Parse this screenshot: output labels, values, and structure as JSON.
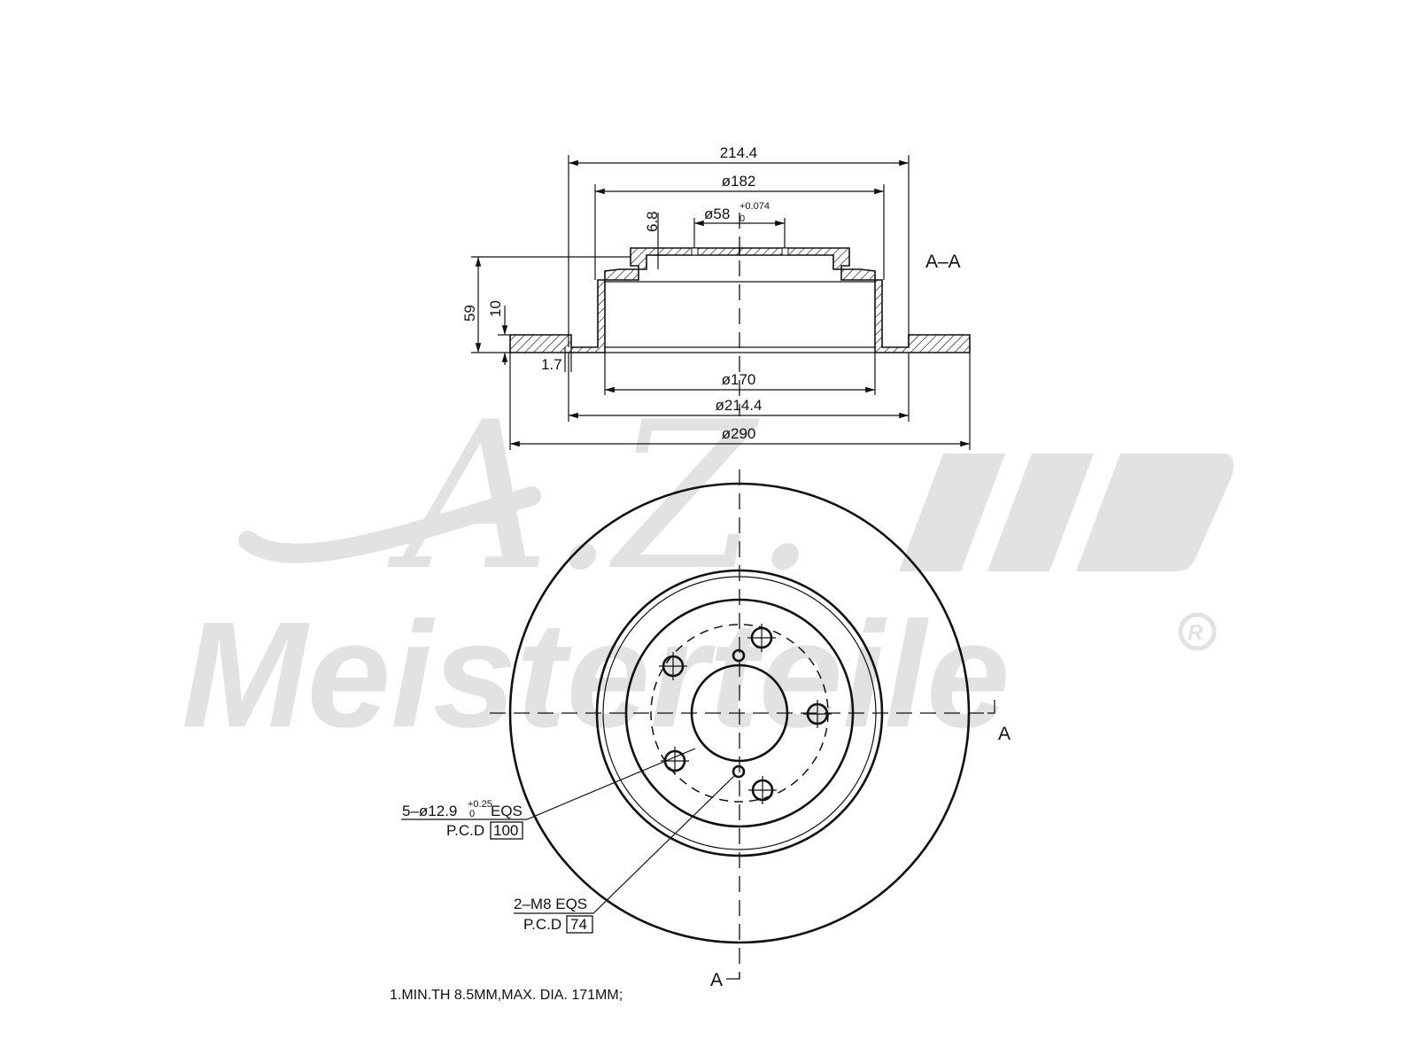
{
  "watermark": {
    "monogram": "A.Z.",
    "brand": "Meisterteile",
    "registered": "R"
  },
  "section_label": "A–A",
  "section_view": {
    "dim_overall_width": "214.4",
    "dim_hub_dia": "ø182",
    "dim_bore": "ø58",
    "dim_bore_tol_upper": "+0.074",
    "dim_bore_tol_lower": "0",
    "dim_hat_step": "6.8",
    "dim_height": "59",
    "dim_disc_thickness": "10",
    "dim_groove": "1.7",
    "dim_inner_dia": "ø170",
    "dim_hat_dia": "ø214.4",
    "dim_outer_dia": "ø290"
  },
  "front_view": {
    "cut_label_right": "A",
    "cut_label_bottom": "A",
    "bolt_holes": {
      "line1_prefix": "5–ø12.9",
      "tol_upper": "+0.25",
      "tol_lower": "0",
      "line1_suffix": "EQS",
      "line2_prefix": "P.C.D",
      "line2_box": "100"
    },
    "threaded_holes": {
      "line1": "2–M8 EQS",
      "line2_prefix": "P.C.D",
      "line2_box": "74"
    }
  },
  "note": "1.MIN.TH 8.5MM,MAX. DIA. 171MM;"
}
